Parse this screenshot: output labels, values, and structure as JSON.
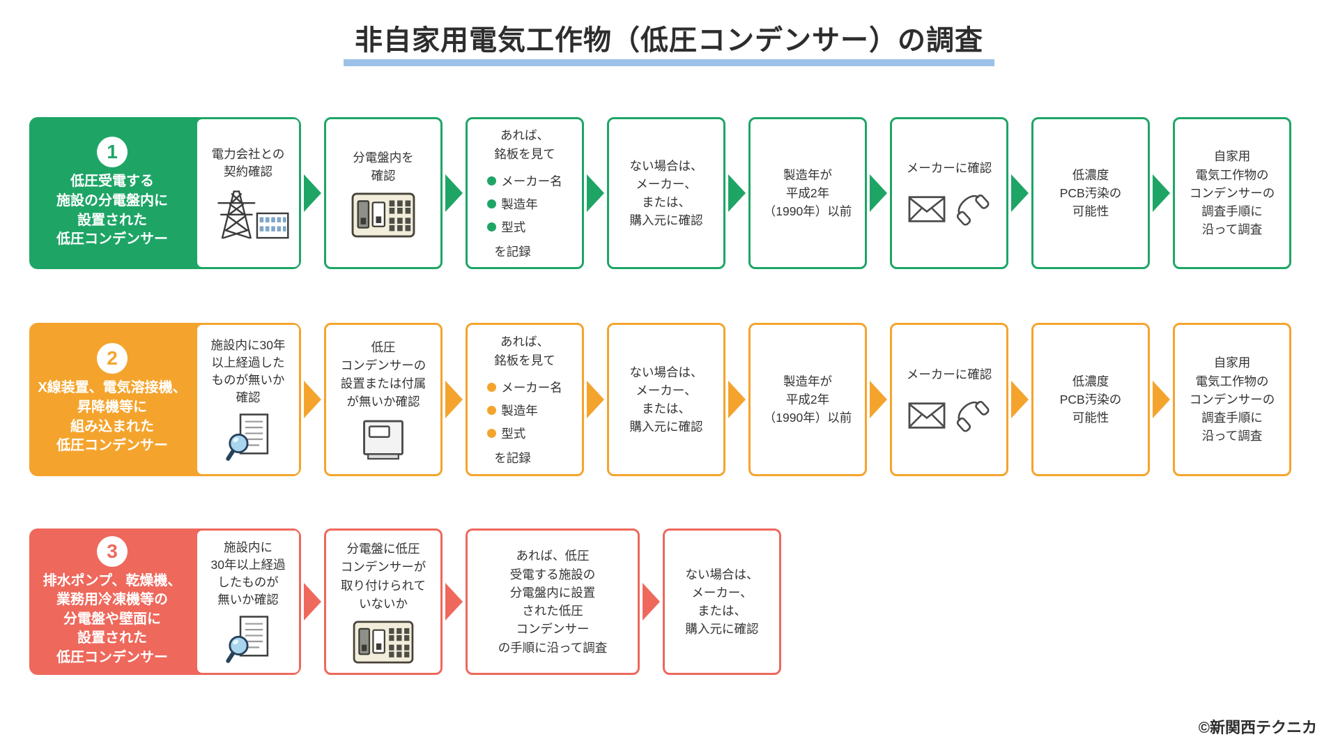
{
  "title": "非自家用電気工作物（低圧コンデンサー）の調査",
  "copyright": "©新関西テクニカ",
  "colors": {
    "row1_green": "#1ea566",
    "row2_orange": "#f4a42d",
    "row3_red": "#ee685c",
    "title_underline_blue": "#9bc1e8",
    "text": "#333333"
  },
  "icon_names": [
    "transmission-tower-building-icon",
    "distribution-board-icon",
    "magnifier-document-icon",
    "equipment-icon",
    "mail-icon",
    "phone-icon"
  ],
  "rows": [
    {
      "number": "1",
      "color": "#1ea566",
      "label": "低圧受電する\n施設の分電盤内に\n設置された\n低圧コンデンサー",
      "card": {
        "label": "電力会社との\n契約確認",
        "icon": "transmission-tower-building-icon"
      },
      "steps": [
        {
          "label": "分電盤内を\n確認",
          "icon": "distribution-board-icon"
        },
        {
          "intro": "あれば、\n銘板を見て",
          "bullets": [
            "メーカー名",
            "製造年",
            "型式"
          ],
          "outro": "を記録"
        },
        {
          "label": "ない場合は、\nメーカー、\nまたは、\n購入元に確認"
        },
        {
          "label": "製造年が\n平成2年\n（1990年）以前"
        },
        {
          "label": "メーカーに確認",
          "icons": [
            "mail-icon",
            "phone-icon"
          ]
        },
        {
          "label": "低濃度\nPCB汚染の\n可能性"
        },
        {
          "label": "自家用\n電気工作物の\nコンデンサーの\n調査手順に\n沿って調査"
        }
      ]
    },
    {
      "number": "2",
      "color": "#f4a42d",
      "label": "X線装置、電気溶接機、\n昇降機等に\n組み込まれた\n低圧コンデンサー",
      "card": {
        "label": "施設内に30年\n以上経過した\nものが無いか\n確認",
        "icon": "magnifier-document-icon"
      },
      "steps": [
        {
          "label": "低圧\nコンデンサーの\n設置または付属\nが無いか確認",
          "icon": "equipment-icon"
        },
        {
          "intro": "あれば、\n銘板を見て",
          "bullets": [
            "メーカー名",
            "製造年",
            "型式"
          ],
          "outro": "を記録"
        },
        {
          "label": "ない場合は、\nメーカー、\nまたは、\n購入元に確認"
        },
        {
          "label": "製造年が\n平成2年\n（1990年）以前"
        },
        {
          "label": "メーカーに確認",
          "icons": [
            "mail-icon",
            "phone-icon"
          ]
        },
        {
          "label": "低濃度\nPCB汚染の\n可能性"
        },
        {
          "label": "自家用\n電気工作物の\nコンデンサーの\n調査手順に\n沿って調査"
        }
      ]
    },
    {
      "number": "3",
      "color": "#ee685c",
      "label": "排水ポンプ、乾燥機、\n業務用冷凍機等の\n分電盤や壁面に\n設置された\n低圧コンデンサー",
      "card": {
        "label": "施設内に\n30年以上経過\nしたものが\n無いか確認",
        "icon": "magnifier-document-icon"
      },
      "steps": [
        {
          "label": "分電盤に低圧\nコンデンサーが\n取り付けられて\nいないか",
          "icon": "distribution-board-icon"
        },
        {
          "label": "あれば、低圧\n受電する施設の\n分電盤内に設置\nされた低圧\nコンデンサー\nの手順に沿って調査"
        },
        {
          "label": "ない場合は、\nメーカー、\nまたは、\n購入元に確認"
        }
      ]
    }
  ]
}
